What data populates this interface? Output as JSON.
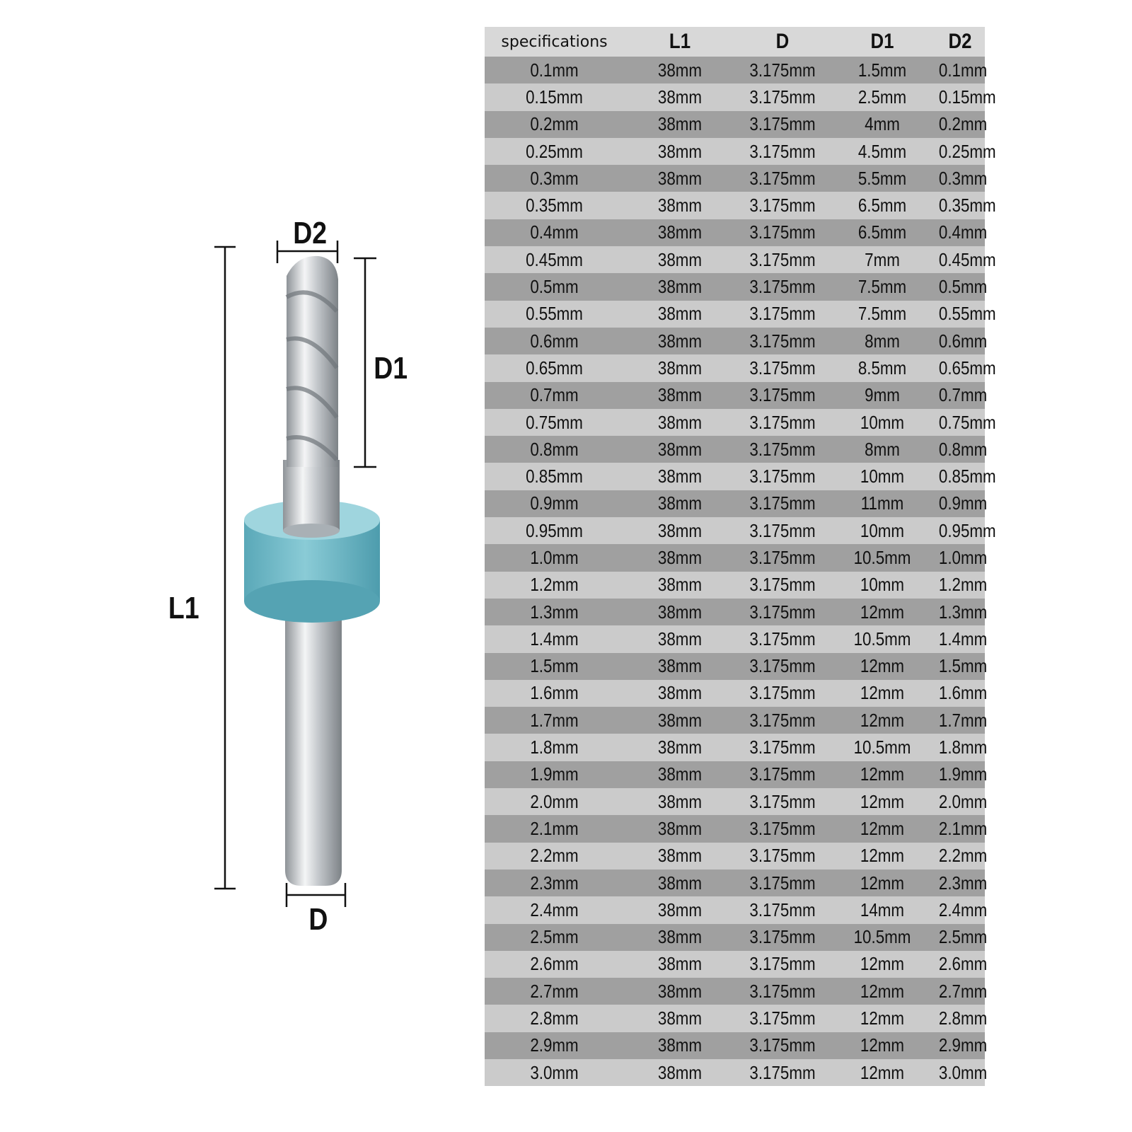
{
  "diagram": {
    "labels": {
      "L1": "L1",
      "D": "D",
      "D1": "D1",
      "D2": "D2"
    },
    "colors": {
      "collar": "#6fb8c6",
      "shank": "#c9cdd1"
    }
  },
  "table": {
    "headers": [
      "specifications",
      "L1",
      "D",
      "D1",
      "D2"
    ],
    "rows": [
      [
        "0.1mm",
        "38mm",
        "3.175mm",
        "1.5mm",
        "0.1mm"
      ],
      [
        "0.15mm",
        "38mm",
        "3.175mm",
        "2.5mm",
        "0.15mm"
      ],
      [
        "0.2mm",
        "38mm",
        "3.175mm",
        "4mm",
        "0.2mm"
      ],
      [
        "0.25mm",
        "38mm",
        "3.175mm",
        "4.5mm",
        "0.25mm"
      ],
      [
        "0.3mm",
        "38mm",
        "3.175mm",
        "5.5mm",
        "0.3mm"
      ],
      [
        "0.35mm",
        "38mm",
        "3.175mm",
        "6.5mm",
        "0.35mm"
      ],
      [
        "0.4mm",
        "38mm",
        "3.175mm",
        "6.5mm",
        "0.4mm"
      ],
      [
        "0.45mm",
        "38mm",
        "3.175mm",
        "7mm",
        "0.45mm"
      ],
      [
        "0.5mm",
        "38mm",
        "3.175mm",
        "7.5mm",
        "0.5mm"
      ],
      [
        "0.55mm",
        "38mm",
        "3.175mm",
        "7.5mm",
        "0.55mm"
      ],
      [
        "0.6mm",
        "38mm",
        "3.175mm",
        "8mm",
        "0.6mm"
      ],
      [
        "0.65mm",
        "38mm",
        "3.175mm",
        "8.5mm",
        "0.65mm"
      ],
      [
        "0.7mm",
        "38mm",
        "3.175mm",
        "9mm",
        "0.7mm"
      ],
      [
        "0.75mm",
        "38mm",
        "3.175mm",
        "10mm",
        "0.75mm"
      ],
      [
        "0.8mm",
        "38mm",
        "3.175mm",
        "8mm",
        "0.8mm"
      ],
      [
        "0.85mm",
        "38mm",
        "3.175mm",
        "10mm",
        "0.85mm"
      ],
      [
        "0.9mm",
        "38mm",
        "3.175mm",
        "11mm",
        "0.9mm"
      ],
      [
        "0.95mm",
        "38mm",
        "3.175mm",
        "10mm",
        "0.95mm"
      ],
      [
        "1.0mm",
        "38mm",
        "3.175mm",
        "10.5mm",
        "1.0mm"
      ],
      [
        "1.2mm",
        "38mm",
        "3.175mm",
        "10mm",
        "1.2mm"
      ],
      [
        "1.3mm",
        "38mm",
        "3.175mm",
        "12mm",
        "1.3mm"
      ],
      [
        "1.4mm",
        "38mm",
        "3.175mm",
        "10.5mm",
        "1.4mm"
      ],
      [
        "1.5mm",
        "38mm",
        "3.175mm",
        "12mm",
        "1.5mm"
      ],
      [
        "1.6mm",
        "38mm",
        "3.175mm",
        "12mm",
        "1.6mm"
      ],
      [
        "1.7mm",
        "38mm",
        "3.175mm",
        "12mm",
        "1.7mm"
      ],
      [
        "1.8mm",
        "38mm",
        "3.175mm",
        "10.5mm",
        "1.8mm"
      ],
      [
        "1.9mm",
        "38mm",
        "3.175mm",
        "12mm",
        "1.9mm"
      ],
      [
        "2.0mm",
        "38mm",
        "3.175mm",
        "12mm",
        "2.0mm"
      ],
      [
        "2.1mm",
        "38mm",
        "3.175mm",
        "12mm",
        "2.1mm"
      ],
      [
        "2.2mm",
        "38mm",
        "3.175mm",
        "12mm",
        "2.2mm"
      ],
      [
        "2.3mm",
        "38mm",
        "3.175mm",
        "12mm",
        "2.3mm"
      ],
      [
        "2.4mm",
        "38mm",
        "3.175mm",
        "14mm",
        "2.4mm"
      ],
      [
        "2.5mm",
        "38mm",
        "3.175mm",
        "10.5mm",
        "2.5mm"
      ],
      [
        "2.6mm",
        "38mm",
        "3.175mm",
        "12mm",
        "2.6mm"
      ],
      [
        "2.7mm",
        "38mm",
        "3.175mm",
        "12mm",
        "2.7mm"
      ],
      [
        "2.8mm",
        "38mm",
        "3.175mm",
        "12mm",
        "2.8mm"
      ],
      [
        "2.9mm",
        "38mm",
        "3.175mm",
        "12mm",
        "2.9mm"
      ],
      [
        "3.0mm",
        "38mm",
        "3.175mm",
        "12mm",
        "3.0mm"
      ]
    ]
  }
}
